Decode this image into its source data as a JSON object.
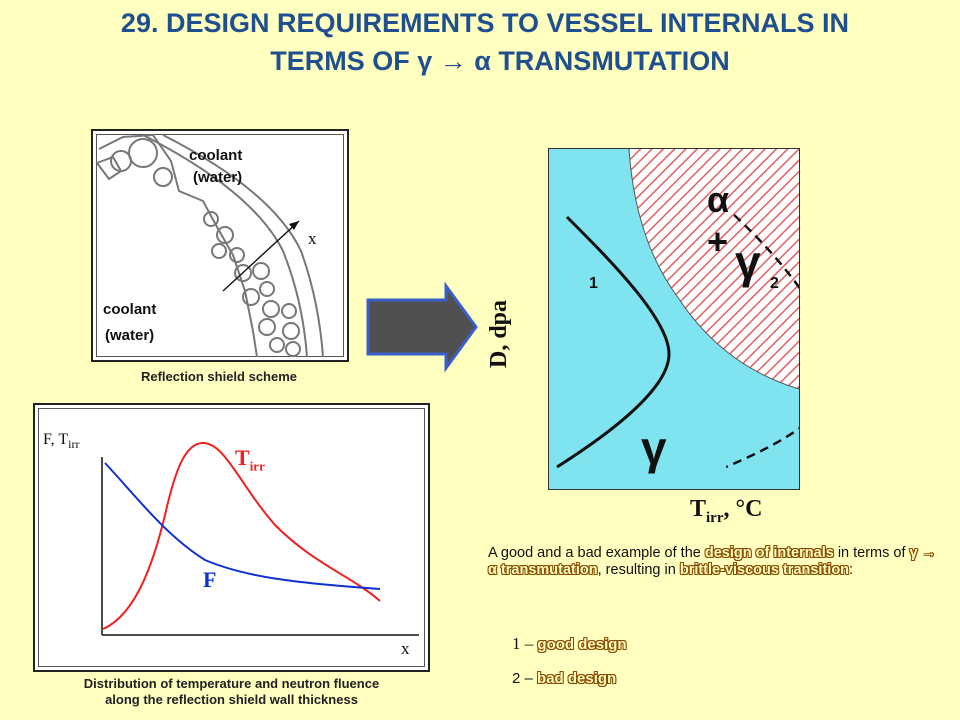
{
  "title": {
    "line1": "29. DESIGN REQUIREMENTS TO VESSEL INTERNALS IN",
    "line2": "TERMS OF  γ → α  TRANSMUTATION"
  },
  "shield": {
    "coolant_top": "coolant",
    "water_top": "(water)",
    "coolant_bottom": "coolant",
    "water_bottom": "(water)",
    "x_label": "x",
    "caption": "Reflection shield scheme"
  },
  "distribution": {
    "y_axis_label": "F, T",
    "y_axis_sub": "irr",
    "x_axis_label": "x",
    "t_label": "T",
    "t_sub": "irr",
    "f_label": "F",
    "caption_line1": "Distribution of temperature and neutron fluence",
    "caption_line2": "along the reflection shield wall thickness",
    "colors": {
      "t_curve": "#ee2020",
      "f_curve": "#1030d0"
    }
  },
  "arrow": {
    "color": "#505050",
    "outline": "#3a5fc8"
  },
  "phase": {
    "alpha_plus_gamma": "α +",
    "gamma_upper": "γ",
    "gamma_lower": "γ",
    "curve1_label": "1",
    "curve2_label": "2",
    "y_axis_label": "D, dpa",
    "x_axis_label": "T",
    "x_axis_sub": "irr",
    "x_axis_unit": ", °C",
    "colors": {
      "gamma_region": "#7fe3f0",
      "hatch": "#e06060"
    }
  },
  "description": {
    "t1": "A good and a bad example of the ",
    "h1": "design of internals",
    "t2": " in terms of ",
    "h2": "γ → α transmutation",
    "t3": ", resulting in ",
    "h3": "brittle-viscous transition",
    "t4": ":"
  },
  "legend": {
    "item1_num": "1 –",
    "item1_text": "good design",
    "item2_num": "2 –",
    "item2_text": "bad design"
  }
}
